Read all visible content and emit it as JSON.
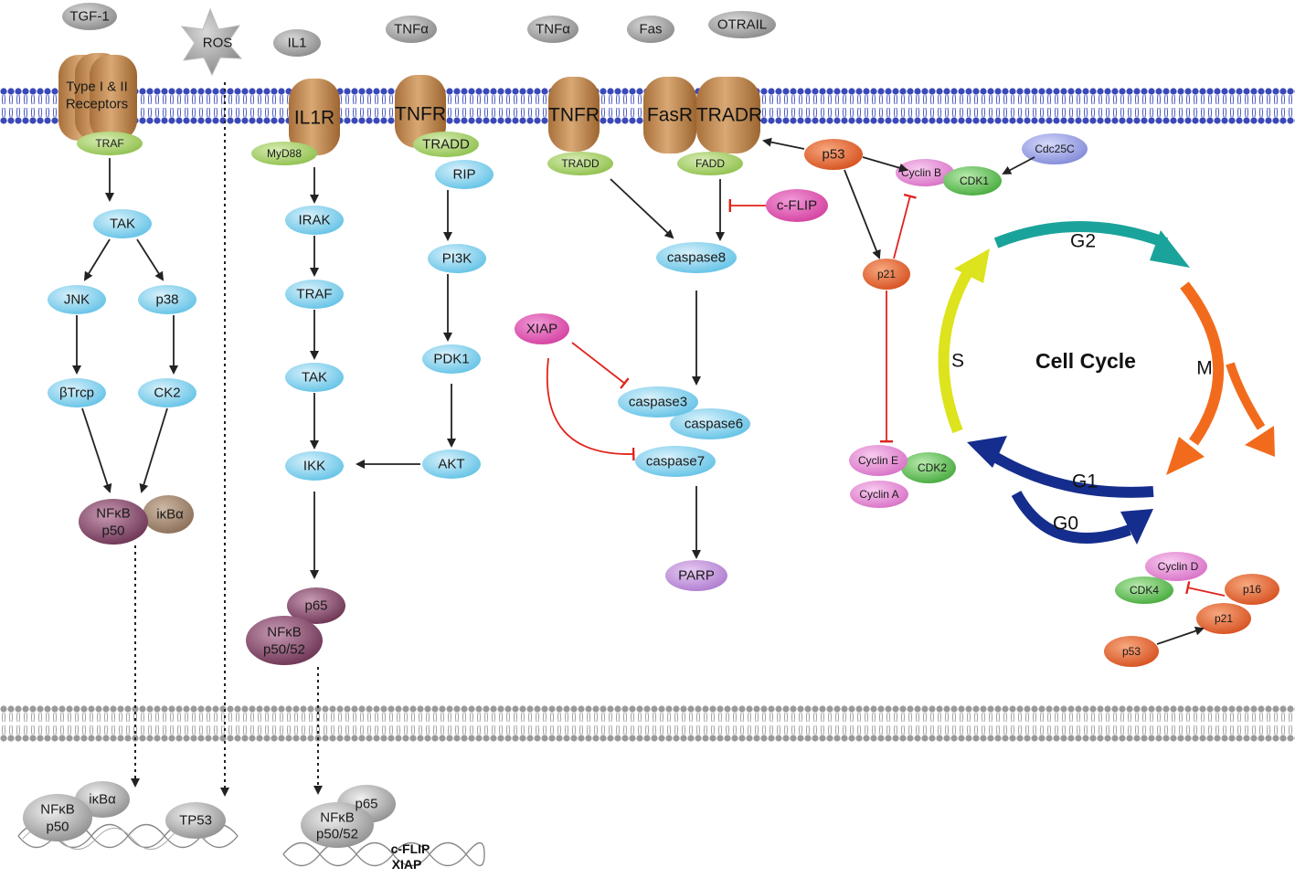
{
  "ligands": {
    "tgf": "TGF-1",
    "ros": "ROS",
    "il1": "IL1",
    "tnfa1": "TNFα",
    "tnfa2": "TNFα",
    "fas": "Fas",
    "otrail": "OTRAIL"
  },
  "receptors": {
    "type12_line1": "Type I & II",
    "type12_line2": "Receptors",
    "il1r": "IL1R",
    "tnfr1": "TNFR",
    "tnfr2": "TNFR",
    "fasr": "FasR",
    "tradr": "TRADR"
  },
  "adaptors": {
    "traf_membrane": "TRAF",
    "myd88": "MyD88",
    "tradd1": "TRADD",
    "tradd2": "TRADD",
    "fadd": "FADD"
  },
  "tgf_pathway": {
    "tak": "TAK",
    "jnk": "JNK",
    "p38": "p38",
    "btrcp": "βTrcp",
    "ck2": "CK2",
    "nfkb_line1": "NFκB",
    "nfkb_line2": "p50",
    "ikba": "iκBα"
  },
  "il1_pathway": {
    "irak": "IRAK",
    "traf": "TRAF",
    "tak": "TAK",
    "ikk": "IKK",
    "p65": "p65",
    "nfkb_line1": "NFκB",
    "nfkb_line2": "p50/52"
  },
  "tnf_pathway": {
    "rip": "RIP",
    "pi3k": "PI3K",
    "pdk1": "PDK1",
    "akt": "AKT"
  },
  "apoptosis": {
    "cflip": "c-FLIP",
    "caspase8": "caspase8",
    "xiap": "XIAP",
    "caspase3": "caspase3",
    "caspase6": "caspase6",
    "caspase7": "caspase7",
    "parp": "PARP"
  },
  "cell_cycle_regulators": {
    "p53_top": "p53",
    "cyclin_b": "Cyclin B",
    "cdk1": "CDK1",
    "cdc25c": "Cdc25C",
    "p21_mid": "p21",
    "cyclin_e": "Cyclin E",
    "cdk2": "CDK2",
    "cyclin_a": "Cyclin A",
    "cyclin_d": "Cyclin D",
    "cdk4": "CDK4",
    "p16": "p16",
    "p21_low": "p21",
    "p53_low": "p53"
  },
  "cell_cycle": {
    "title": "Cell Cycle",
    "g2": "G2",
    "m": "M",
    "s": "S",
    "g1": "G1",
    "g0": "G0",
    "colors": {
      "g2": "#1aa39a",
      "m": "#f26b1d",
      "s": "#dde31c",
      "g1": "#152d8c"
    }
  },
  "nucleus": {
    "nfkb1_line1": "NFκB",
    "nfkb1_line2": "p50",
    "ikba": "iκBα",
    "tp53": "TP53",
    "nfkb2_line1": "NFκB",
    "nfkb2_line2": "p50/52",
    "p65": "p65",
    "gene1": "c-FLIP",
    "gene2": "XIAP"
  },
  "colors": {
    "receptor": "#c08b55",
    "adaptor": "#a9cf6a",
    "kinase": "#8fd3ee",
    "nfkb": "#8a4d6c",
    "ikba": "#a08670",
    "p53": "#e8643a",
    "cyclin": "#e38ad3",
    "cdk": "#69c45e",
    "cdc25c": "#9aa3e6",
    "parp": "#c291d9",
    "ligand": "#9e9e9e",
    "membrane": "#2b39a3",
    "nuclear_membrane": "#8d8d8d",
    "inhibit": "#e0231b"
  }
}
